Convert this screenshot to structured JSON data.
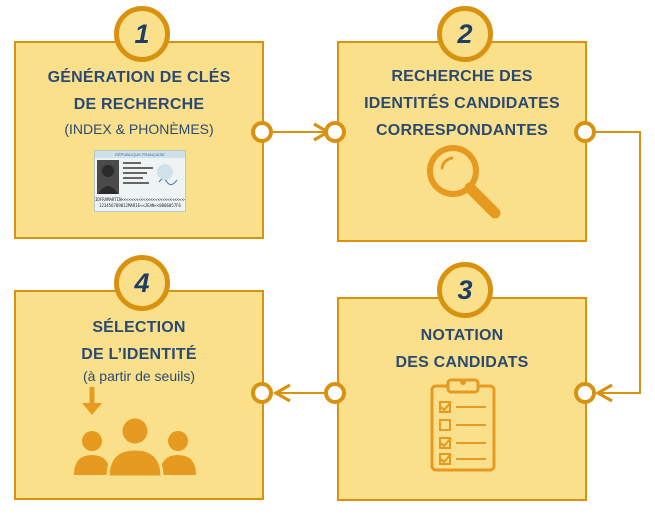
{
  "steps": [
    {
      "number": "1",
      "lines": [
        "GÉNÉRATION DE CLÉS",
        "DE RECHERCHE"
      ],
      "sub": "(INDEX & PHONÈMES)",
      "icon": "id-card-icon"
    },
    {
      "number": "2",
      "lines": [
        "RECHERCHE DES",
        "IDENTITÉS CANDIDATES",
        "CORRESPONDANTES"
      ],
      "icon": "magnifier-icon"
    },
    {
      "number": "3",
      "lines": [
        "NOTATION",
        "DES CANDIDATS"
      ],
      "icon": "checklist-icon"
    },
    {
      "number": "4",
      "lines": [
        "SÉLECTION",
        "DE L’IDENTITÉ"
      ],
      "sub": "(à partir de seuils)",
      "icon": "people-selection-icon"
    }
  ],
  "idcard": {
    "header": "RÉPUBLIQUE FRANÇAISE",
    "mrz": [
      "IDFRAMARTIN<<<<<<<<<<<<<<<<<<<<<<<<<<<",
      "123456789012MARIE<<JEAN<<8806057F6"
    ]
  },
  "colors": {
    "box_fill": "#fbe08c",
    "border": "#d9920f",
    "text": "#2b4a73",
    "number": "#1f3e66"
  }
}
